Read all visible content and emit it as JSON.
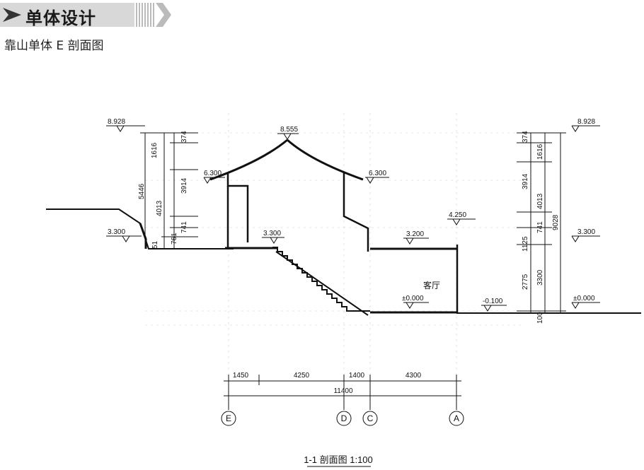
{
  "header": {
    "title": "单体设计"
  },
  "subtitle": "靠山单体 E 剖面图",
  "elevations": {
    "left_top": "8.928",
    "left_eave": "6.300",
    "ridge": "8.555",
    "right_eave": "6.300",
    "left_terrace": "3.300",
    "entry_floor": "3.300",
    "right_top": "8.928",
    "parapet": "4.250",
    "upper_floor": "3.200",
    "right_mid": "3.300",
    "living_floor": "±0.000",
    "outdoor": "-0.100",
    "right_ground": "±0.000"
  },
  "left_dims": {
    "inner": [
      "374",
      "1616",
      "3914",
      "741",
      "761",
      "51"
    ],
    "outer": [
      "5446",
      "4013"
    ]
  },
  "right_dims": {
    "inner": [
      "374",
      "1616",
      "3914",
      "741",
      "1125",
      "3300",
      "100"
    ],
    "outer": [
      "4013",
      "2775",
      "9028"
    ]
  },
  "bottom_dims": {
    "segments": [
      "1450",
      "4250",
      "1400",
      "4300"
    ],
    "total": "11400"
  },
  "axes": [
    "E",
    "D",
    "C",
    "A"
  ],
  "room_label": "客厅",
  "caption": "1-1 剖面图 1:100"
}
